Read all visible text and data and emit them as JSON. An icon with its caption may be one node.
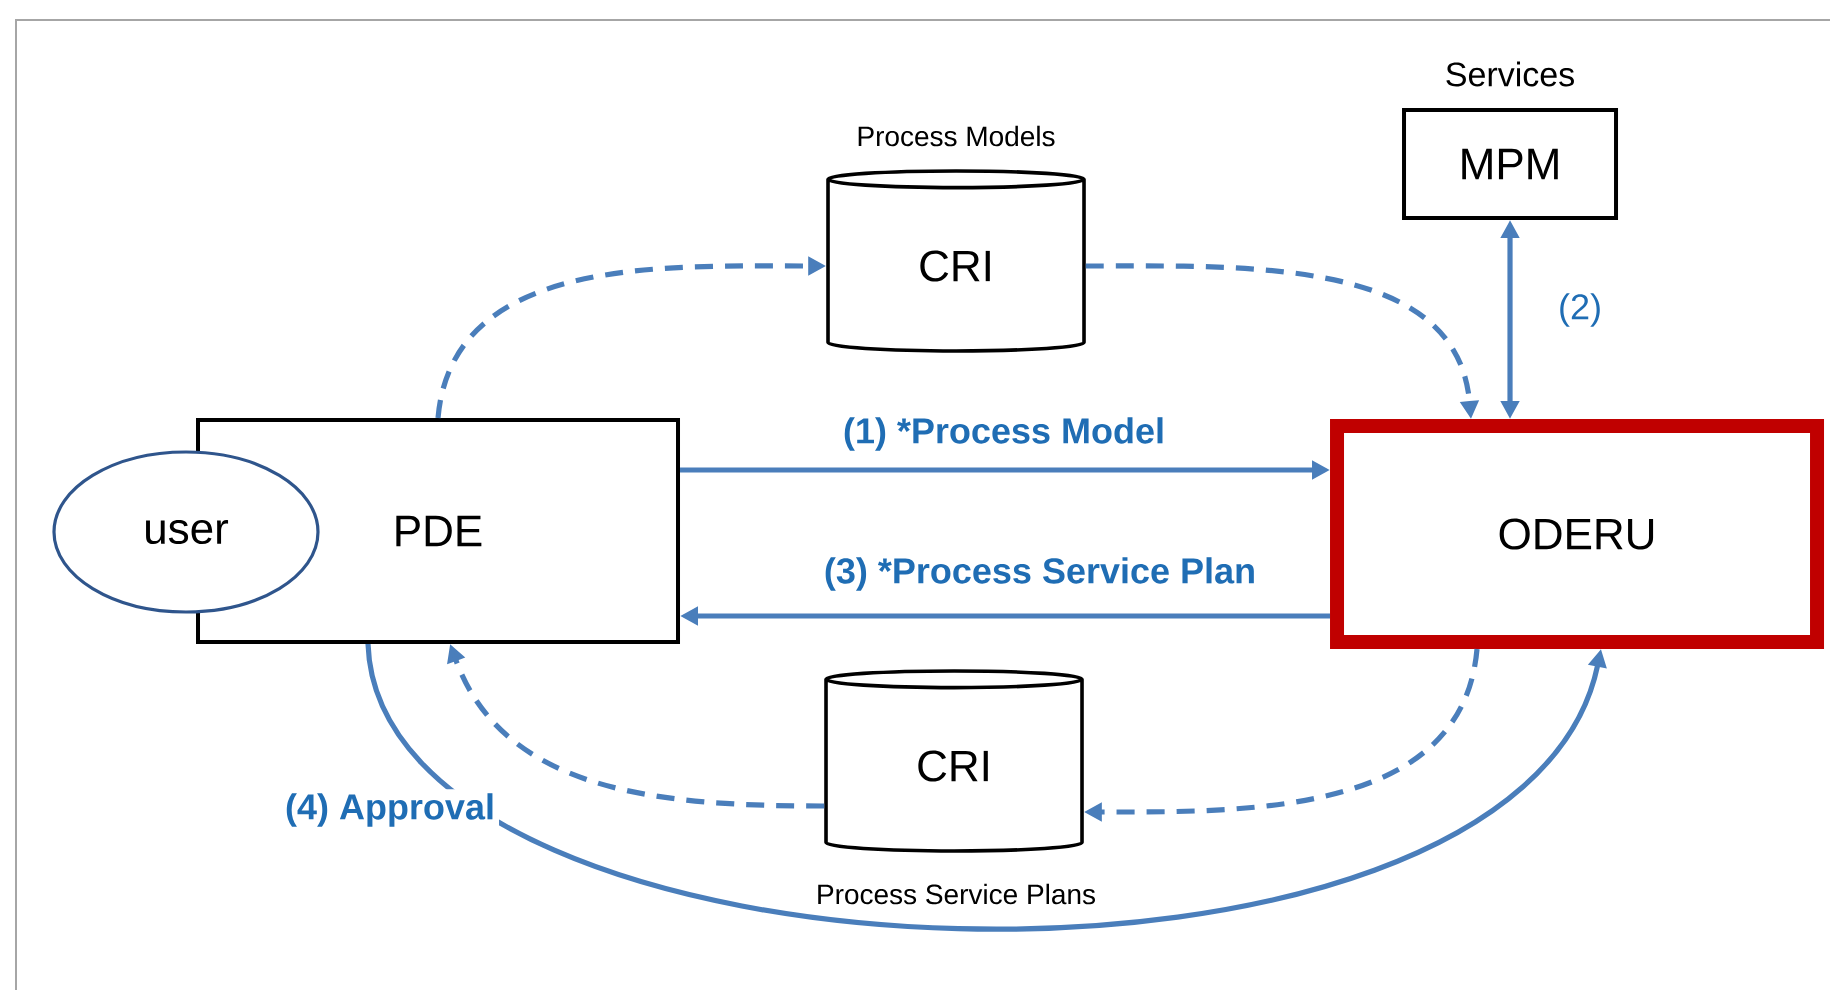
{
  "diagram": {
    "nodes": [
      {
        "text": [
          "PDE"
        ]
      },
      {
        "text": [
          "user"
        ]
      },
      {
        "text": [
          "Process Models",
          "CRI"
        ]
      },
      {
        "text": [
          "Services",
          "MPM"
        ]
      },
      {
        "text": [
          "ODERU"
        ]
      },
      {
        "text": [
          "CRI",
          "Process Service Plans"
        ]
      }
    ],
    "edges": [
      {
        "from": 0,
        "to": 2,
        "arrow": "to",
        "style": "dashed"
      },
      {
        "from": 2,
        "to": 4,
        "arrow": "to",
        "style": "dashed"
      },
      {
        "from": 0,
        "to": 4,
        "arrow": "to",
        "label": "(1) *Process Model"
      },
      {
        "from": 3,
        "to": 4,
        "arrow": "both",
        "label": "(2)"
      },
      {
        "from": 4,
        "to": 0,
        "arrow": "to",
        "label": "(3) *Process Service Plan"
      },
      {
        "from": 4,
        "to": 5,
        "arrow": "to",
        "style": "dashed"
      },
      {
        "from": 5,
        "to": 0,
        "arrow": "to",
        "style": "dashed"
      },
      {
        "from": 0,
        "to": 4,
        "arrow": "to",
        "label": "(4) Approval"
      }
    ]
  }
}
